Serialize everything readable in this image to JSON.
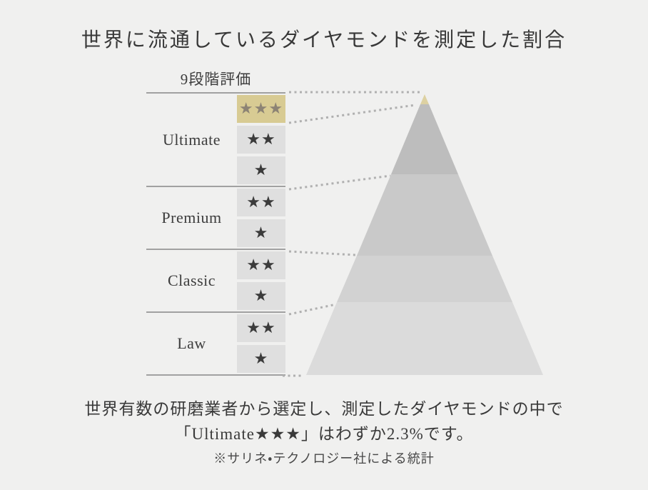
{
  "title": "世界に流通しているダイヤモンドを測定した割合",
  "scale": {
    "header": "9段階評価",
    "groups": [
      {
        "label": "Ultimate",
        "rows": [
          "★★★",
          "★★",
          "★"
        ]
      },
      {
        "label": "Premium",
        "rows": [
          "★★",
          "★"
        ]
      },
      {
        "label": "Classic",
        "rows": [
          "★★",
          "★"
        ]
      },
      {
        "label": "Law",
        "rows": [
          "★★",
          "★"
        ]
      }
    ],
    "top_grade_share": "2.3%"
  },
  "footer": {
    "line1": "世界有数の研磨業者から選定し、測定したダイヤモンドの中で",
    "line2": "「Ultimate★★★」はわずか2.3%です。",
    "note": "※サリネ・テクノロジー社による統計"
  },
  "colors": {
    "background": "#f0f0ef",
    "gold_cell": "#d8cb93",
    "gold_cell_star": "#8c8374",
    "cell_bg": "#dfdfdf",
    "rule_line": "#a1a1a1",
    "dotted": "#b0b0b0",
    "pyramid": {
      "tip": "#ddd1a2",
      "band_ultimate": "#bdbdbd",
      "band_premium": "#c9c9c9",
      "band_classic": "#d2d2d2",
      "band_law": "#dbdbdb"
    }
  }
}
